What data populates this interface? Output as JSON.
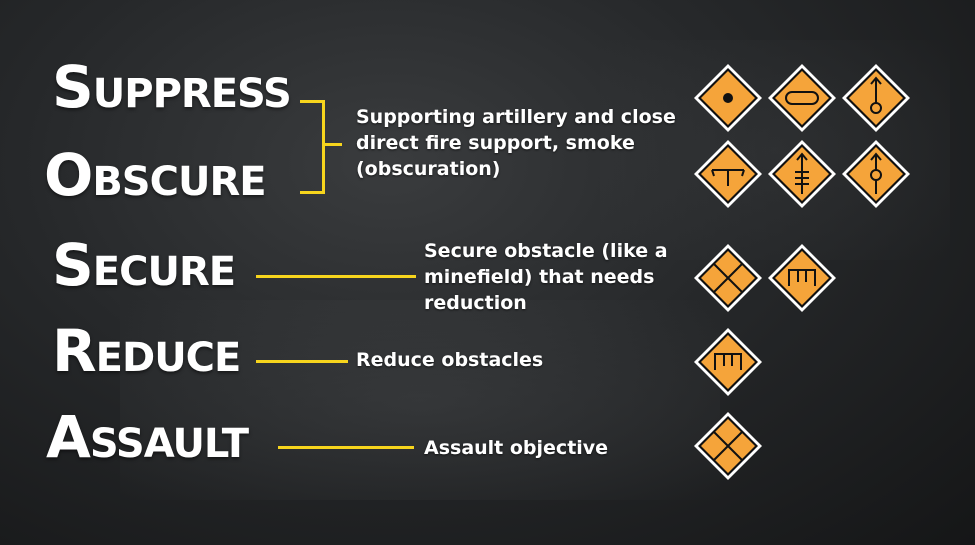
{
  "colors": {
    "accent": "#f7d51d",
    "symbol_fill": "#f5a43a",
    "symbol_border": "#ffffff",
    "symbol_stroke": "#111111",
    "text": "#ffffff"
  },
  "steps": [
    {
      "initial": "S",
      "rest": "UPPRESS"
    },
    {
      "initial": "O",
      "rest": "BSCURE"
    },
    {
      "initial": "S",
      "rest": "ECURE"
    },
    {
      "initial": "R",
      "rest": "EDUCE"
    },
    {
      "initial": "A",
      "rest": "SSAULT"
    }
  ],
  "descriptions": {
    "suppress_obscure": "Supporting artillery and close\ndirect fire support, smoke\n(obscuration)",
    "secure": "Secure obstacle (like a\nminefield) that needs\nreduction",
    "reduce": "Reduce obstacles",
    "assault": "Assault objective"
  },
  "symbols": {
    "suppress_obscure": [
      "dot-symbol-icon",
      "capsule-symbol-icon",
      "arrow-circle-symbol-icon",
      "t-junction-symbol-icon",
      "arrow-comb-symbol-icon",
      "arrow-circle-stem-symbol-icon"
    ],
    "secure": [
      "quartered-diamond-symbol-icon",
      "comb-box-symbol-icon"
    ],
    "reduce": [
      "comb-box-symbol-icon"
    ],
    "assault": [
      "quartered-diamond-symbol-icon"
    ]
  }
}
